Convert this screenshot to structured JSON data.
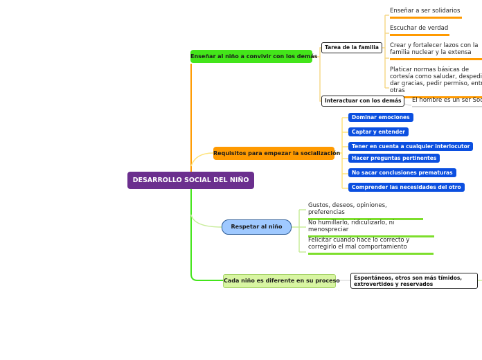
{
  "root": {
    "label": "DESARROLLO SOCIAL DEL NIÑO"
  },
  "branches": [
    {
      "label": "Enseñar al niño a convivir con los demás",
      "children": [
        {
          "label": "Tarea de la familia",
          "children": [
            "Enseñar a ser solidarios",
            "Escuchar de verdad",
            "Crear y fortalecer lazos con la familia nuclear y la extensa",
            "Platicar normas básicas de cortesía como saludar, despedir, dar gracias, pedir permiso, entre otras"
          ]
        },
        {
          "label": "Interactuar con los demás",
          "children": [
            "El hombre es un ser Social"
          ]
        }
      ]
    },
    {
      "label": "Requisitos para empezar la socialización",
      "children": [
        "Dominar emociones",
        "Captar y entender",
        "Tener en cuenta a cualquier interlocutor",
        "Hacer preguntas pertinentes",
        "No sacar conclusiones prematuras",
        "Comprender las necesidades del otro"
      ]
    },
    {
      "label": "Respetar al niño",
      "children": [
        "Gustos, deseos, opiniones, preferencias",
        "No humillarlo, ridiculizarlo, ni menospreciar",
        "Felicitar cuando hace lo correcto y corregirlo el mal comportamiento"
      ]
    },
    {
      "label": "Cada niño es diferente en su proceso",
      "children": [
        "Espontáneos, otros son más tímidos, extrovertidos y reservados"
      ]
    }
  ],
  "colors": {
    "root": "#6b2f8e",
    "branch_green": "#43e51a",
    "branch_orange": "#ff9a00",
    "branch_blue": "#9fc9ff",
    "branch_lightgreen": "#d8f5a2",
    "requirement_blue": "#0b4fe0"
  }
}
